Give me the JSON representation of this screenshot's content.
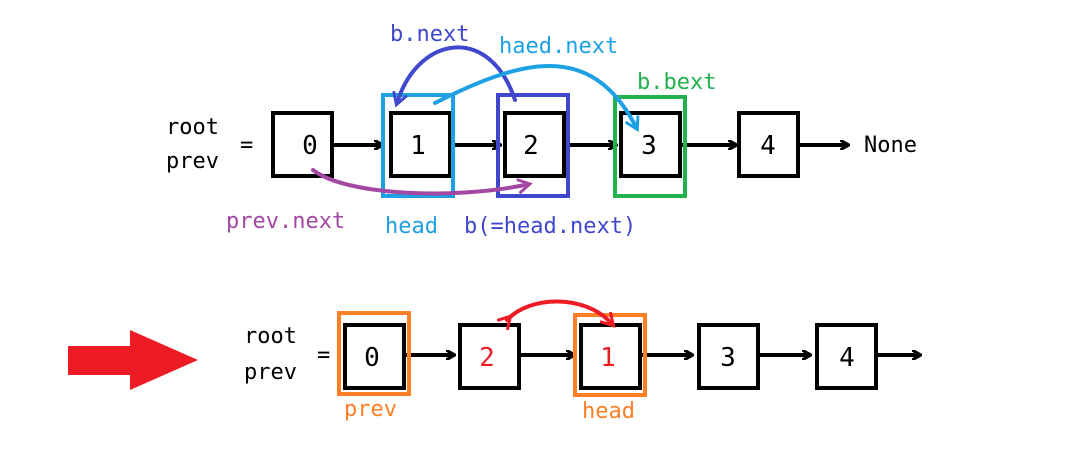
{
  "colors": {
    "black": "#000000",
    "red": "#ed1c24",
    "orange": "#ff7f27",
    "cyan": "#1da1e3",
    "blue": "#3f48cc",
    "green": "#22b14c",
    "purple": "#a349a4",
    "white": "#ffffff"
  },
  "top": {
    "root_label": "root",
    "prev_label": "prev",
    "equals": "=",
    "nodes": [
      "0",
      "1",
      "2",
      "3",
      "4"
    ],
    "none_label": "None",
    "head_label": "head",
    "b_label": "b(=head.next)",
    "b_next_label": "b.next",
    "haed_next_label": "haed.next",
    "b_bext_label": "b.bext",
    "prev_next_label": "prev.next"
  },
  "bottom": {
    "root_label": "root",
    "prev_label": "prev",
    "equals": "=",
    "nodes": [
      "0",
      "2",
      "1",
      "3",
      "4"
    ],
    "prev_box_label": "prev",
    "head_box_label": "head"
  },
  "transition_arrow": "red-right-arrow-icon"
}
